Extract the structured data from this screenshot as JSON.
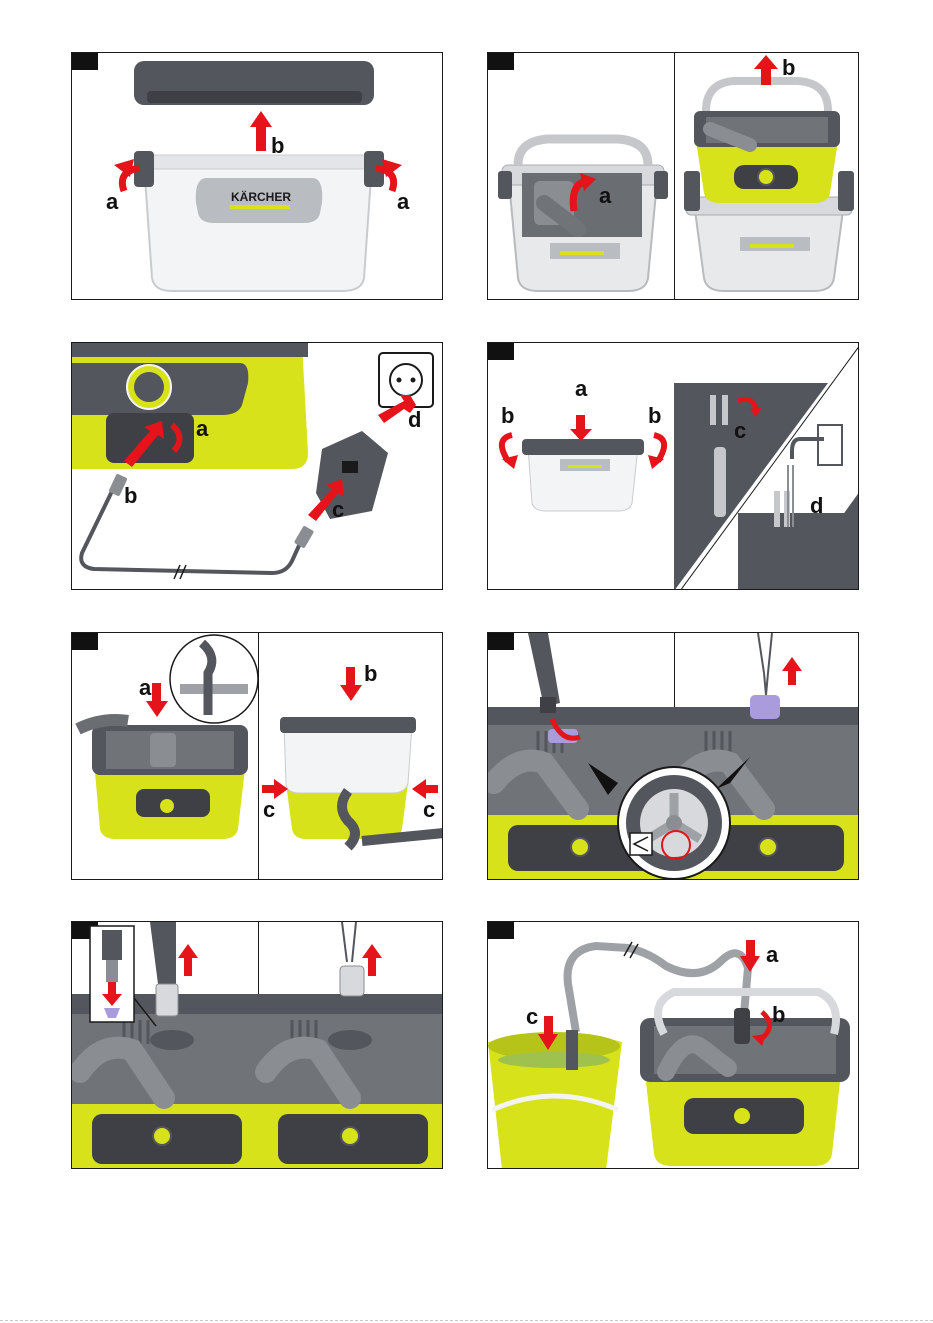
{
  "brand": "KÄRCHER",
  "colors": {
    "yellow": "#d8e21a",
    "dark_grey": "#53565c",
    "mid_grey": "#8a8d92",
    "light_grey": "#d7d9dc",
    "white_body": "#f3f4f6",
    "arrow_red": "#e5131a",
    "border": "#1a1a1a"
  },
  "icons": [
    "power-icon",
    "socket-icon",
    "faucet-icon",
    "charger-icon",
    "usb-plug-icon",
    "pliers-icon",
    "bucket-icon",
    "hose-icon",
    "filter-icon"
  ],
  "figures": [
    {
      "labels": [
        "b",
        "a",
        "a"
      ]
    },
    {
      "labels": [
        "a",
        "b"
      ]
    },
    {
      "labels": [
        "d",
        "a",
        "b",
        "c"
      ]
    },
    {
      "labels": [
        "a",
        "b",
        "b",
        "c",
        "d"
      ]
    },
    {
      "labels": [
        "a",
        "b",
        "c",
        "c"
      ]
    },
    {
      "labels": []
    },
    {
      "labels": []
    },
    {
      "labels": [
        "a",
        "c",
        "b"
      ]
    }
  ]
}
